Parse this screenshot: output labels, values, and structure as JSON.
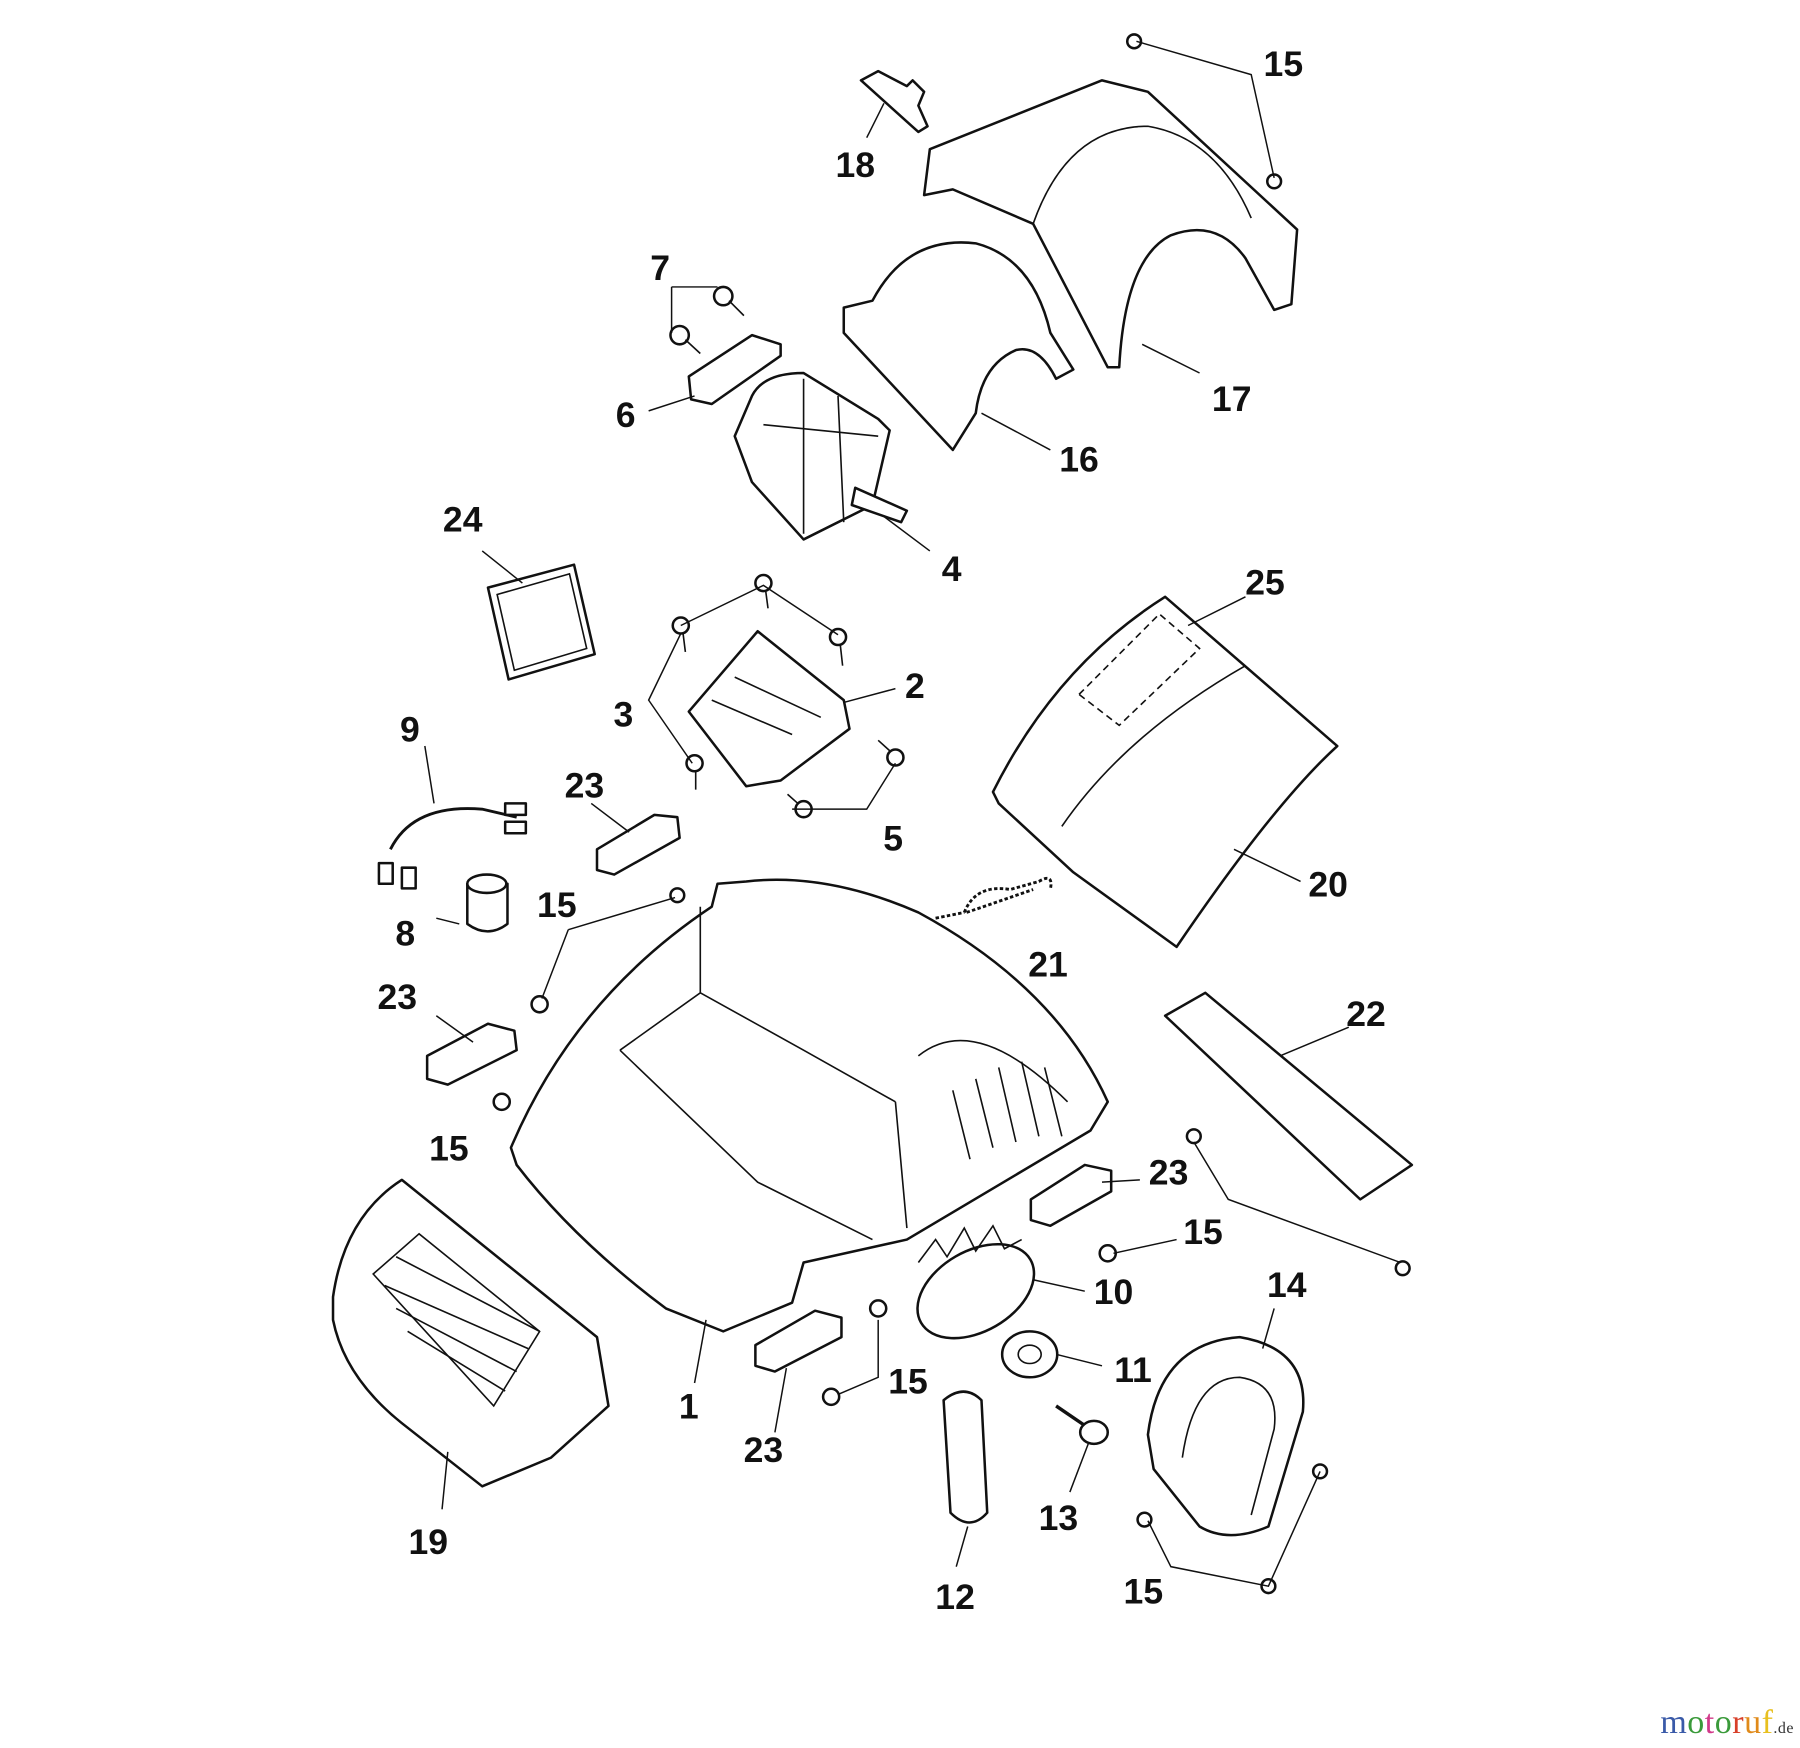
{
  "diagram": {
    "title": "",
    "callouts": [
      "15",
      "18",
      "7",
      "17",
      "6",
      "16",
      "4",
      "24",
      "25",
      "2",
      "3",
      "9",
      "23",
      "5",
      "20",
      "15",
      "8",
      "21",
      "23",
      "22",
      "15",
      "23",
      "15",
      "10",
      "14",
      "11",
      "15",
      "1",
      "23",
      "13",
      "19",
      "12",
      "15"
    ]
  },
  "logo": {
    "text": "motoruf",
    "suffix": ".de",
    "colors": [
      "#3a5aa8",
      "#3a9a3a",
      "#d23a8a",
      "#3a9a3a",
      "#d8402a",
      "#e08a1a",
      "#e8c020"
    ]
  }
}
